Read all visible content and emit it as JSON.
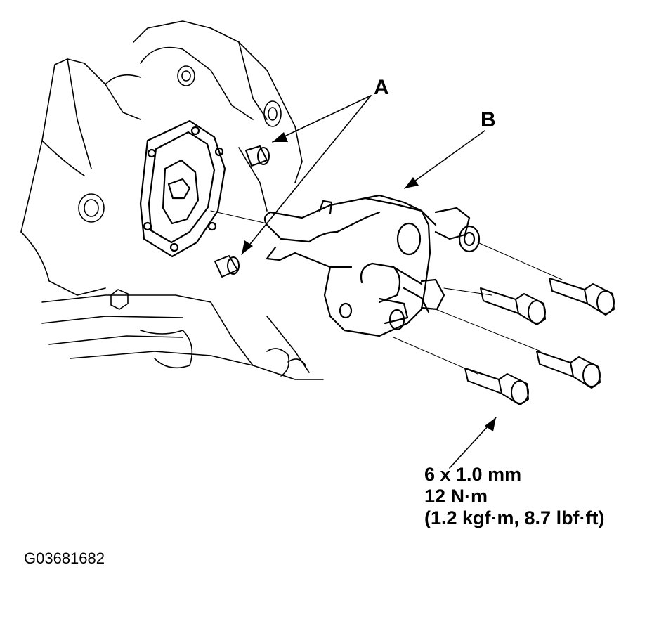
{
  "callouts": {
    "a": "A",
    "b": "B"
  },
  "bolt_spec": {
    "size": "6 x 1.0 mm",
    "torque_nm": "12 N·m",
    "torque_alt": "(1.2 kgf·m, 8.7 lbf·ft)"
  },
  "figure_id": "G03681682"
}
